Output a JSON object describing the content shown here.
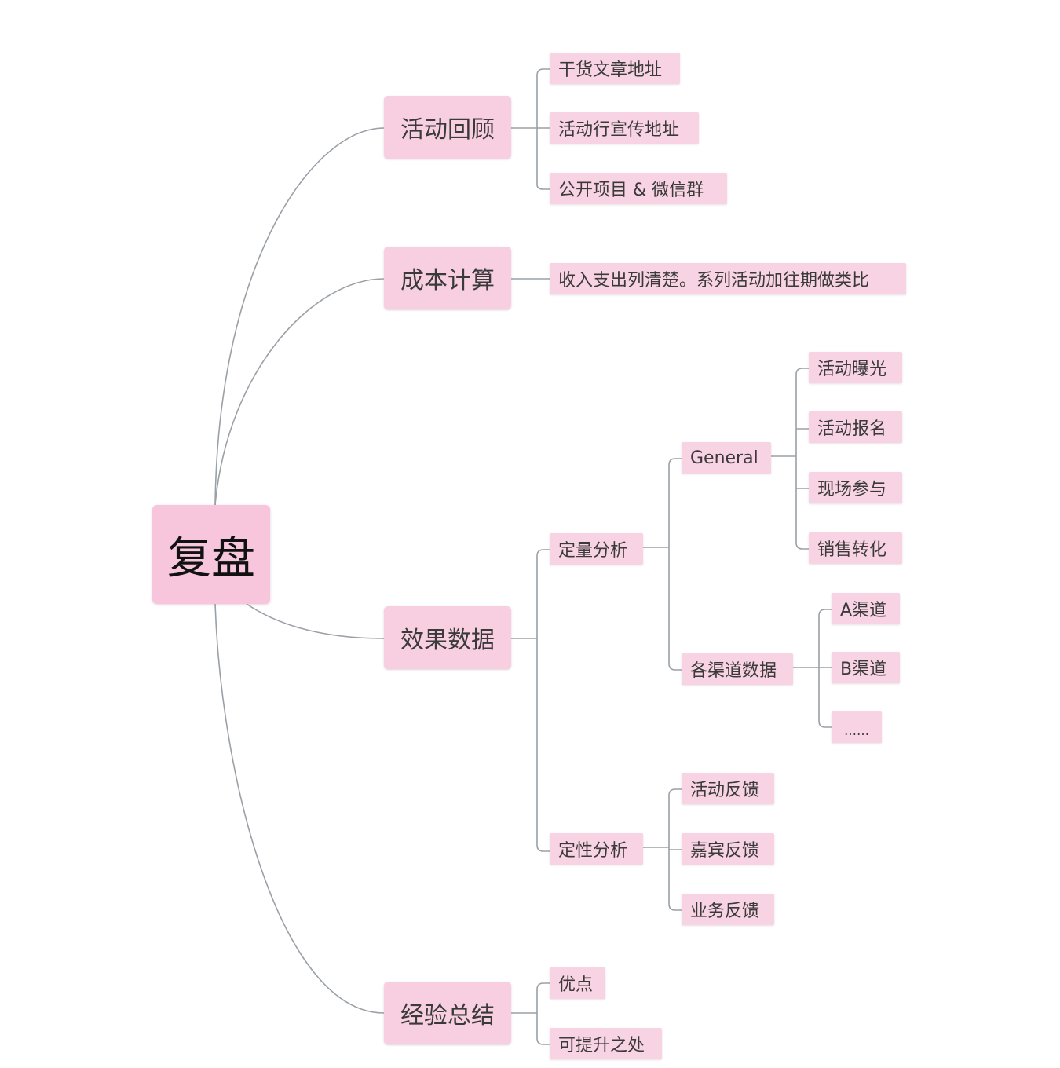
{
  "root": "复盘",
  "branches": {
    "review": {
      "label": "活动回顾",
      "children": [
        "干货文章地址",
        "活动行宣传地址",
        "公开项目 & 微信群"
      ]
    },
    "cost": {
      "label": "成本计算",
      "children": [
        "收入支出列清楚。系列活动加往期做类比"
      ]
    },
    "effect": {
      "label": "效果数据",
      "quant": {
        "label": "定量分析",
        "general": {
          "label": "General",
          "children": [
            "活动曝光",
            "活动报名",
            "现场参与",
            "销售转化"
          ]
        },
        "channels": {
          "label": "各渠道数据",
          "children": [
            "A渠道",
            "B渠道",
            "……"
          ]
        }
      },
      "qual": {
        "label": "定性分析",
        "children": [
          "活动反馈",
          "嘉宾反馈",
          "业务反馈"
        ]
      }
    },
    "summary": {
      "label": "经验总结",
      "children": [
        "优点",
        "可提升之处"
      ]
    }
  },
  "colors": {
    "root_fill": "#f7c6dc",
    "branch_fill": "#f7cfe0",
    "leaf_fill": "#f8d3e3",
    "connector": "#9aa0a6"
  }
}
